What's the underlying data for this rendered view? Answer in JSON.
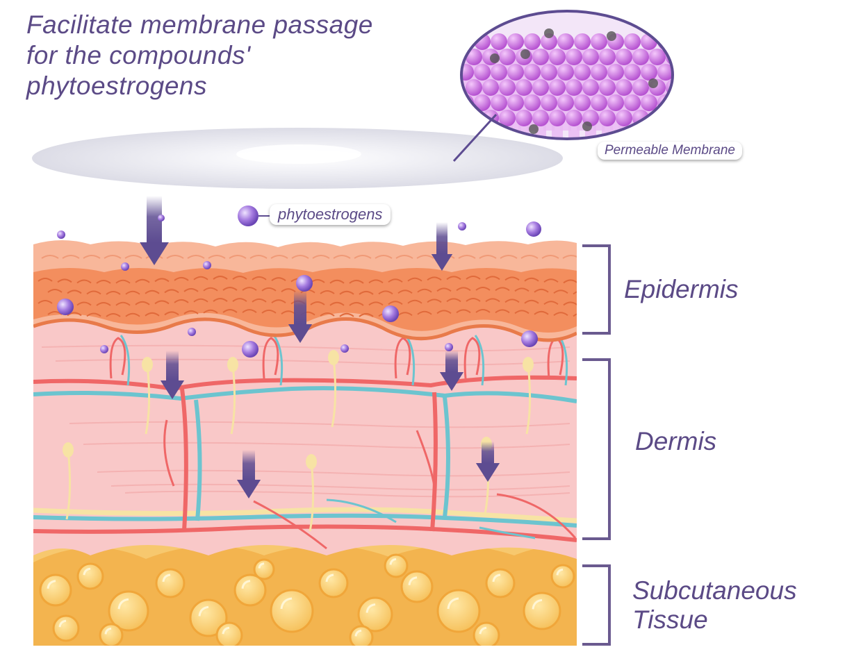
{
  "title": {
    "lines": [
      "Facilitate membrane passage",
      "for the compounds'",
      "phytoestrogens"
    ]
  },
  "labels": {
    "membrane": "Permeable Membrane",
    "phytoestrogens": "phytoestrogens"
  },
  "layers": {
    "epidermis": "Epidermis",
    "dermis": "Dermis",
    "subcutaneous": [
      "Subcutaneous",
      "Tissue"
    ]
  },
  "colors": {
    "text": "#5b4a86",
    "arrow": "#5d4c91",
    "bracket": "#6a5a8f",
    "epidermis_top": "#f8b79a",
    "epidermis_cells": "#f38e5e",
    "dermis": "#f9c8c8",
    "subcutaneous": "#f7c86e",
    "vein": "#6cc4cf",
    "artery": "#ef6767",
    "nerve": "#f7e3a4",
    "membrane_cells": "#d783e6"
  }
}
